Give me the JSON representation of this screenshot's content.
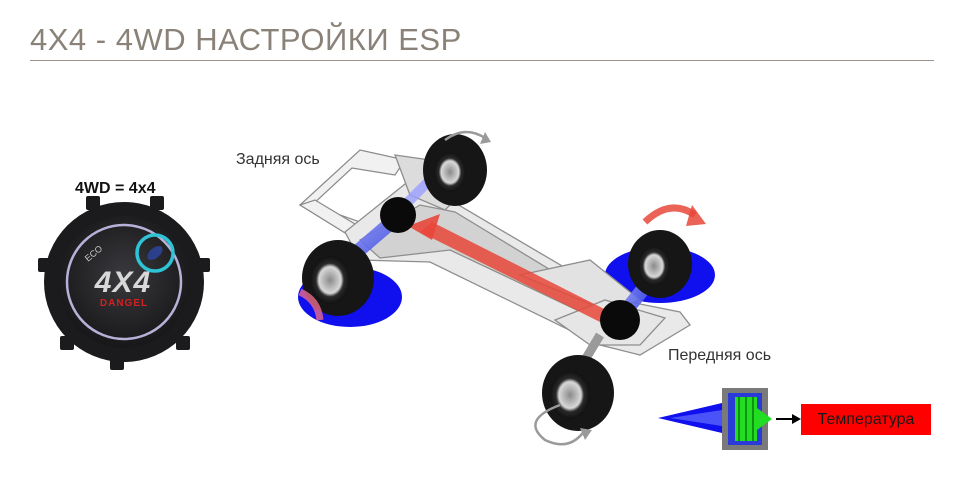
{
  "slide": {
    "title": "4X4 - 4WD НАСТРОЙКИ ESP"
  },
  "knob": {
    "caption": "4WD = 4x4",
    "eco_text": "ECO",
    "logo_text": "4X4",
    "brand_text": "DANGEL",
    "highlight_color": "#2ec4d6",
    "brand_color": "#d32020"
  },
  "chassis": {
    "rear_axle_label": "Задняя ось",
    "front_axle_label": "Передняя ось",
    "flow_color": "#e8473a",
    "ground_color": "#1010ee"
  },
  "sensor": {
    "output_label": "Температура",
    "output_color": "#ff0000",
    "sensor_color": "#22dd22"
  }
}
